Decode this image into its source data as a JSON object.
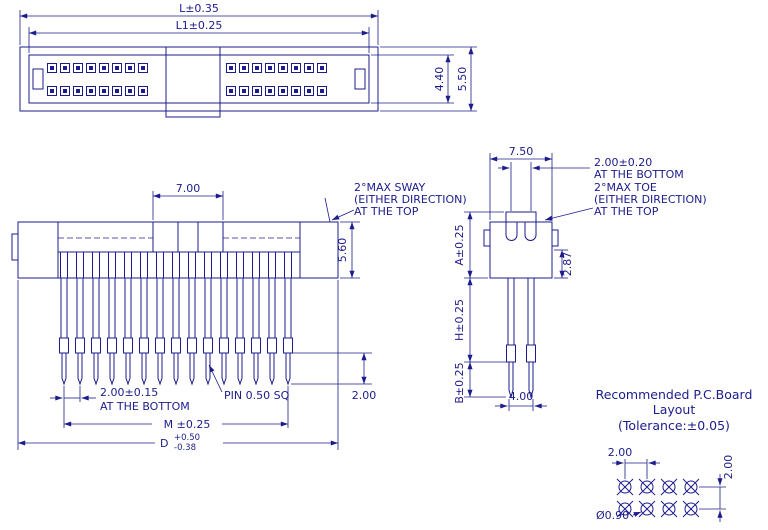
{
  "colors": {
    "line": "#1c1c8c",
    "background": "#ffffff",
    "key_fill": "#e8e8e8"
  },
  "top_view": {
    "dim_length_outer": "L±0.35",
    "dim_length_inner": "L1±0.25",
    "dim_height_inner": "4.40",
    "dim_height_outer": "5.50"
  },
  "front_view": {
    "dim_key_width": "7.00",
    "sway_note_line1": "2°MAX SWAY",
    "sway_note_line2": "(EITHER DIRECTION)",
    "sway_note_line3": "AT THE TOP",
    "dim_body_height": "5.60",
    "dim_pitch": "2.00±0.15",
    "dim_pitch_note": "AT THE BOTTOM",
    "pin_note": "PIN 0.50 SQ",
    "dim_span": "M ±0.25",
    "dim_overall": "D",
    "dim_overall_tol_plus": "+0.50",
    "dim_overall_tol_minus": "-0.38",
    "dim_tail_length": "2.00"
  },
  "side_view": {
    "dim_body_width": "7.50",
    "dim_row_spacing": "2.00±0.20",
    "dim_row_spacing_note": "AT THE BOTTOM",
    "toe_note_line1": "2°MAX TOE",
    "toe_note_line2": "(EITHER DIRECTION)",
    "toe_note_line3": "AT THE TOP",
    "dim_height_a": "A±0.25",
    "dim_key_depth": "2.87",
    "dim_height_h": "H±0.25",
    "dim_height_b": "B±0.25",
    "dim_pin_span": "4.00"
  },
  "pcb_layout": {
    "title_line1": "Recommended  P.C.Board",
    "title_line2": "Layout",
    "title_line3": "(Tolerance:±0.05)",
    "dim_col_pitch": "2.00",
    "dim_row_pitch": "2.00",
    "dim_hole": "Ø0.90"
  }
}
